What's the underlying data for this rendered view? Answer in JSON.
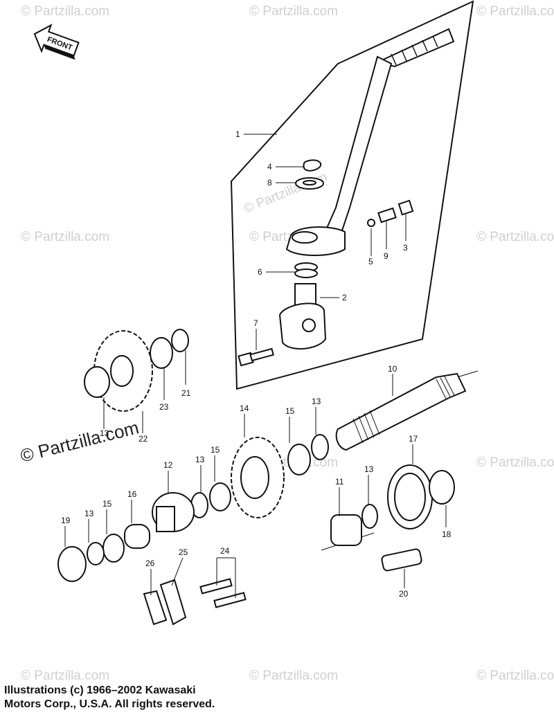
{
  "front_arrow_label": "FRONT",
  "watermark": "© Partzilla.com",
  "callouts": [
    "1",
    "4",
    "8",
    "5",
    "9",
    "3",
    "6",
    "2",
    "7",
    "10",
    "14",
    "15",
    "13",
    "12",
    "16",
    "19",
    "13",
    "15",
    "13",
    "15",
    "21",
    "23",
    "22",
    "13",
    "17",
    "11",
    "13",
    "18",
    "20",
    "24",
    "25",
    "26"
  ],
  "copyright": {
    "line1": "Illustrations (c) 1966–2002 Kawasaki",
    "line2": "Motors Corp., U.S.A.  All rights reserved."
  }
}
